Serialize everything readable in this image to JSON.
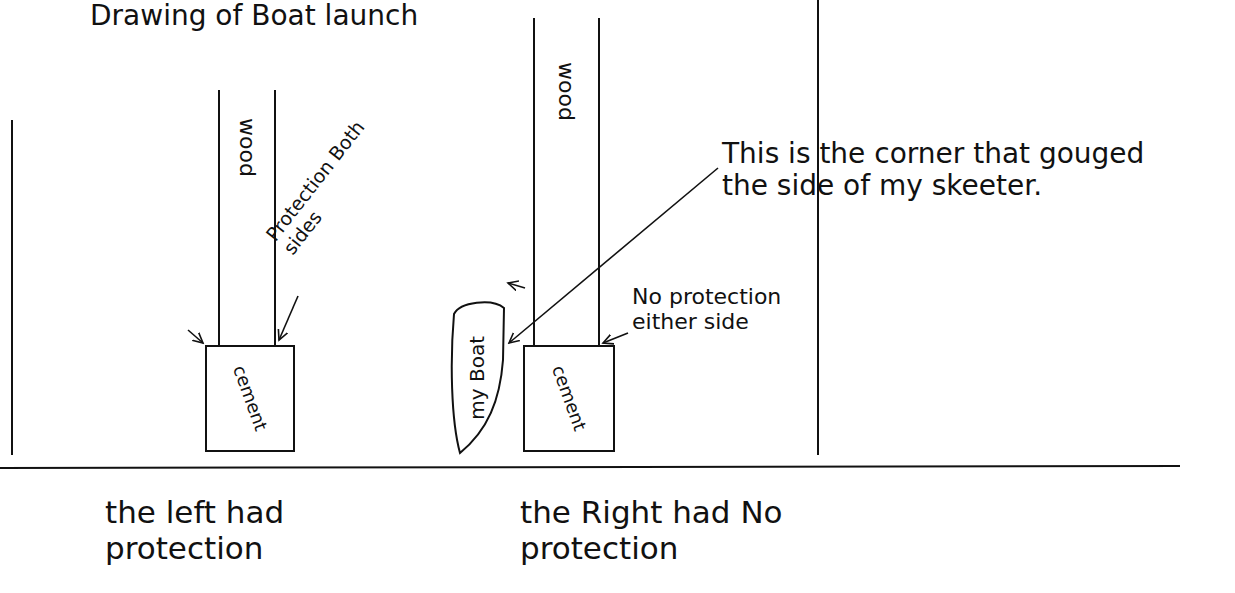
{
  "diagram": {
    "title": "Drawing of Boat launch",
    "nodes": [
      {
        "text": [
          "wood"
        ]
      },
      {
        "text": [
          "cement"
        ]
      },
      {
        "text": [
          "my Boat"
        ]
      },
      {
        "text": [
          "wood"
        ]
      },
      {
        "text": [
          "cement"
        ]
      }
    ],
    "labels": [
      "Protection Both sides",
      "This is the corner that gouged the side of my skeeter.",
      "No protection either side",
      "the left had protection",
      "the Right had No protection"
    ]
  }
}
